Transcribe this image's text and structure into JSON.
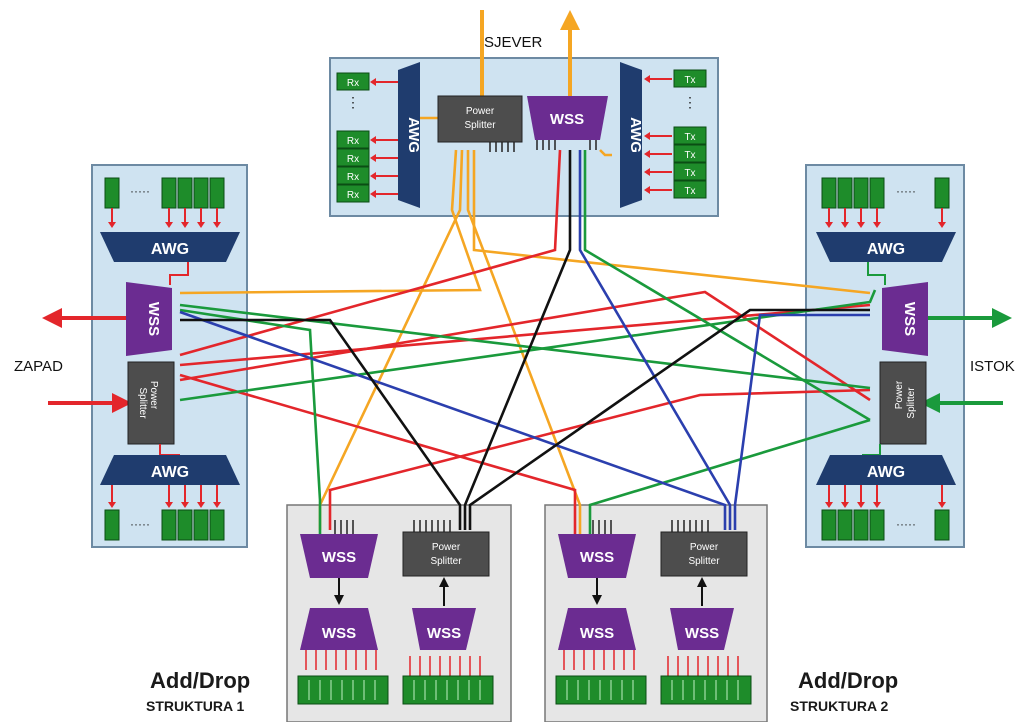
{
  "labels": {
    "north": "SJEVER",
    "west": "ZAPAD",
    "east": "ISTOK",
    "adddrop1_title": "Add/Drop",
    "adddrop1_sub": "STRUKTURA 1",
    "adddrop2_title": "Add/Drop",
    "adddrop2_sub": "STRUKTURA 2"
  },
  "components": {
    "awg": "AWG",
    "wss": "WSS",
    "power_splitter": "Power Splitter",
    "rx": "Rx",
    "tx": "Tx",
    "dots": "⋮"
  },
  "colors": {
    "node_bg": "#cfe3f1",
    "node_border": "#6d8aa3",
    "adddrop_bg": "#e6e6e6",
    "awg": "#1f3c6e",
    "wss": "#6b2c91",
    "power_splitter": "#4d4d4d",
    "trx": "#1e8c2a",
    "arrow_red": "#e3262b",
    "arrow_green": "#1a9a3c",
    "arrow_orange": "#f5a623",
    "orange": "#f5a623",
    "red": "#e3262b",
    "green": "#1a9a3c",
    "blue": "#2b3fae",
    "black": "#111111"
  }
}
